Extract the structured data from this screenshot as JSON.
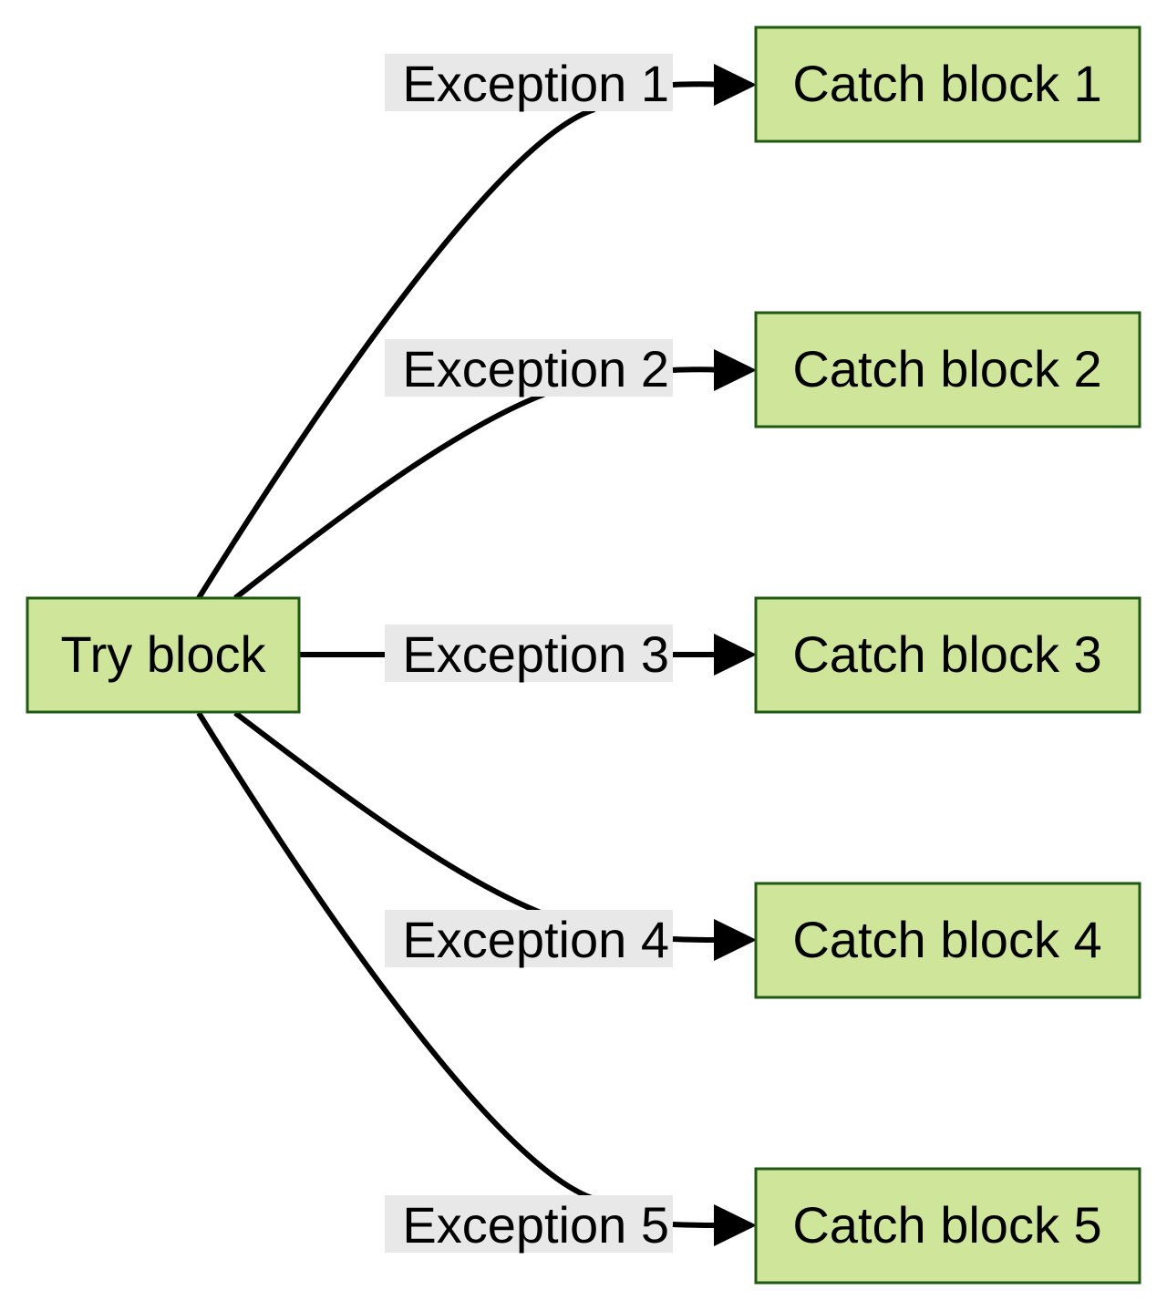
{
  "diagram": {
    "type": "flowchart",
    "colors": {
      "node_fill": "#cfe59a",
      "node_border": "#1f5a12",
      "edge": "#000000",
      "label_background": "#e8e8e8"
    },
    "source": {
      "label": "Try block"
    },
    "targets": [
      {
        "label": "Catch block 1"
      },
      {
        "label": "Catch block 2"
      },
      {
        "label": "Catch block 3"
      },
      {
        "label": "Catch block 4"
      },
      {
        "label": "Catch block 5"
      }
    ],
    "edges": [
      {
        "label": "Exception 1"
      },
      {
        "label": "Exception 2"
      },
      {
        "label": "Exception 3"
      },
      {
        "label": "Exception 4"
      },
      {
        "label": "Exception 5"
      }
    ]
  }
}
